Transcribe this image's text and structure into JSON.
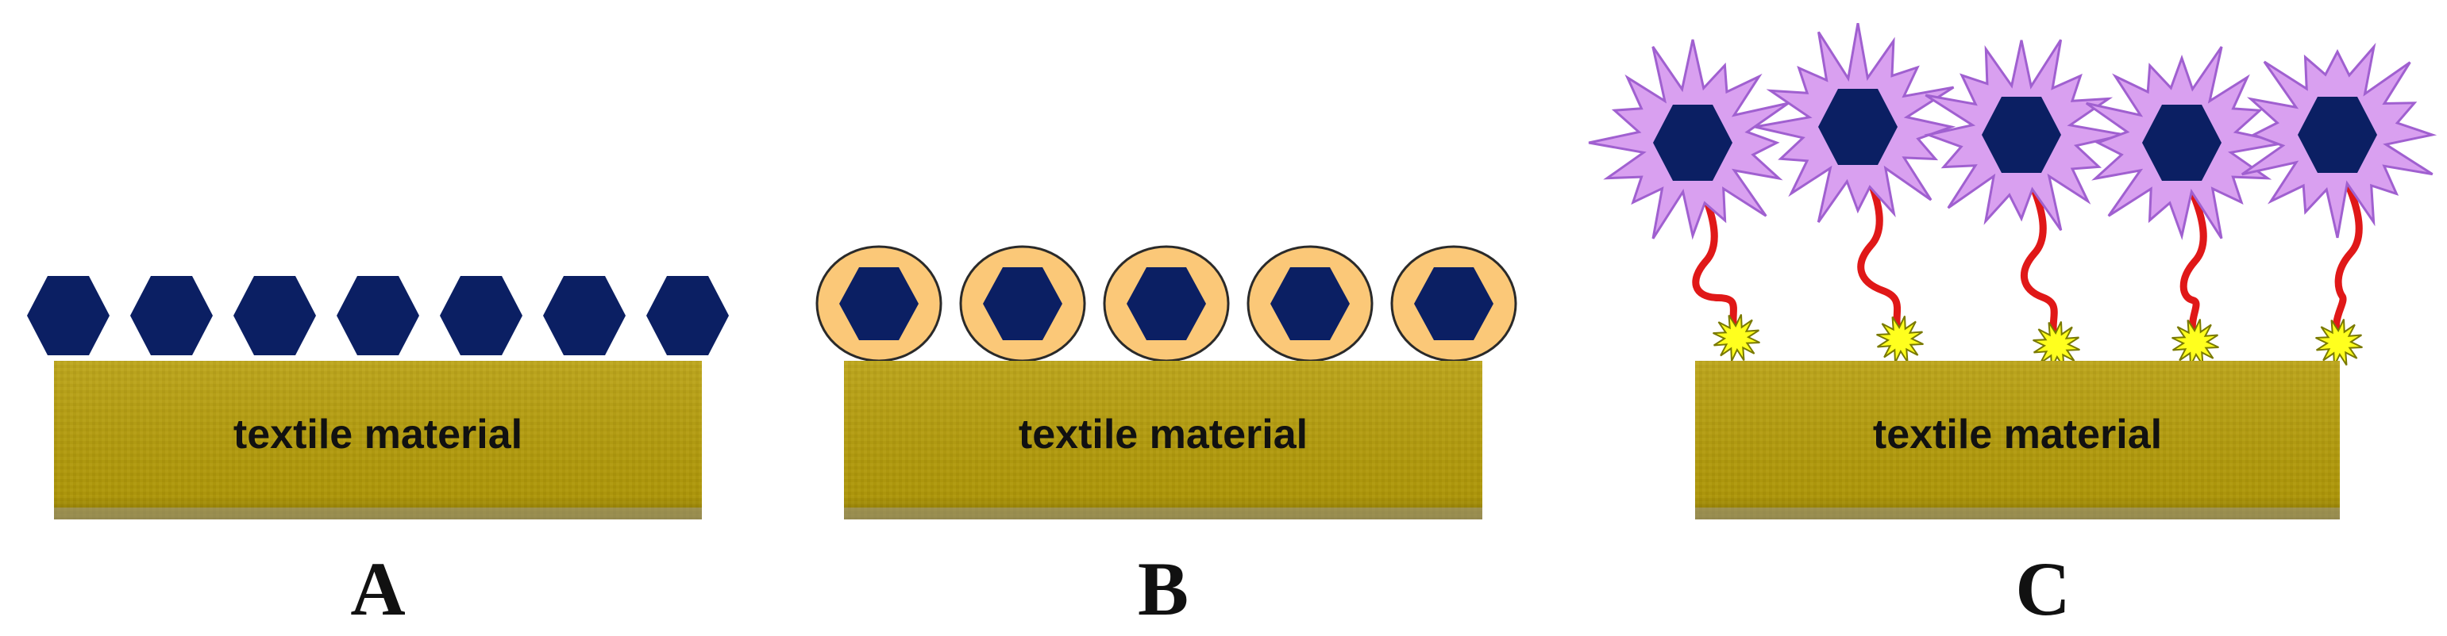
{
  "panels": [
    {
      "id": "A",
      "label": "A",
      "textile_label": "textile material",
      "particle_count": 7,
      "style": "bare"
    },
    {
      "id": "B",
      "label": "B",
      "textile_label": "textile material",
      "particle_count": 5,
      "style": "encapsulated"
    },
    {
      "id": "C",
      "label": "C",
      "textile_label": "textile material",
      "particle_count": 5,
      "style": "tethered"
    }
  ],
  "colors": {
    "textile_fill": "#b59d0c",
    "textile_shadow": "#8c7a06",
    "hexagon": "#0b1f63",
    "capsule_fill": "#fbc878",
    "capsule_stroke": "#2a2a2a",
    "starburst_fill": "#d9a0f0",
    "starburst_stroke": "#a060d0",
    "linker": "#e01818",
    "anchor_fill": "#ffff1e",
    "anchor_stroke": "#7a7a00"
  },
  "icons": {
    "particle": "hexagon-icon",
    "capsule": "capsule-icon",
    "starburst": "starburst-icon",
    "anchor": "anchor-star-icon"
  }
}
